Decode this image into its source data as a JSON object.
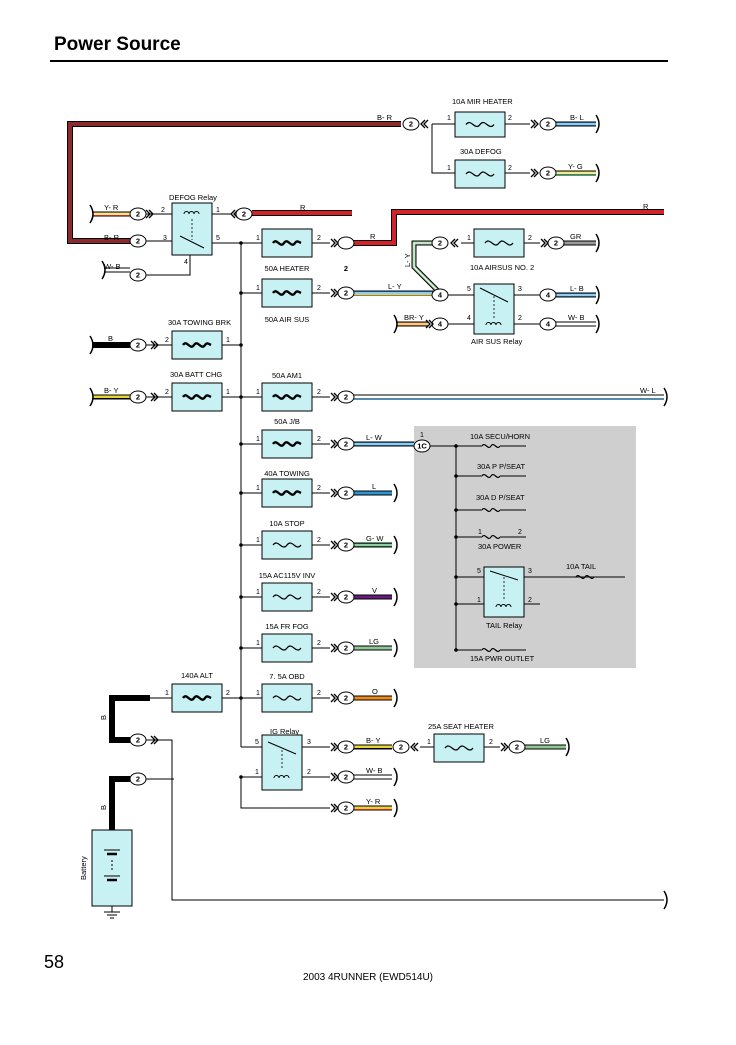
{
  "page": {
    "title": "Power Source",
    "number": "58",
    "footer": "2003 4RUNNER (EWD514U)"
  },
  "colors": {
    "R": "#d2232a",
    "BR": "#8b2a2f",
    "L": "#2e95d3",
    "Y": "#e7d33a",
    "G": "#1e9a47",
    "GR": "#9a9a9a",
    "V": "#6a1b7f",
    "O": "#f08a1a",
    "LG": "#92c795",
    "BR_ORANGE": "#f0962a",
    "component_fill": "#c8f1f3",
    "shade": "#cfcfcf"
  },
  "components": {
    "mir_heater": "10A MIR HEATER",
    "defog": "30A DEFOG",
    "defog_relay": "DEFOG Relay",
    "heater": "50A HEATER",
    "airsus_no2": "10A AIRSUS NO. 2",
    "air_sus": "50A AIR SUS",
    "air_sus_relay": "AIR SUS Relay",
    "towing_brk": "30A TOWING BRK",
    "batt_chg": "30A BATT CHG",
    "am1": "50A AM1",
    "jb": "50A J/B",
    "towing": "40A TOWING",
    "stop": "10A STOP",
    "ac115v": "15A AC115V INV",
    "fr_fog": "15A FR FOG",
    "alt": "140A ALT",
    "obd": "7. 5A OBD",
    "ig_relay": "IG Relay",
    "seat_heater": "25A SEAT HEATER",
    "battery": "Battery",
    "secu_horn": "10A SECU/HORN",
    "p_pseat": "30A P P/SEAT",
    "d_pseat": "30A D P/SEAT",
    "power": "30A POWER",
    "tail": "10A TAIL",
    "tail_relay": "TAIL Relay",
    "pwr_outlet": "15A PWR OUTLET"
  },
  "wires": {
    "br": "B- R",
    "bl": "B- L",
    "yg": "Y- G",
    "yr": "Y- R",
    "r": "R",
    "wb": "W- B",
    "gr": "GR",
    "ly": "L- Y",
    "lb": "L- B",
    "bry": "BR- Y",
    "b": "B",
    "by": "B- Y",
    "wl": "W- L",
    "lw": "L- W",
    "l": "L",
    "gw": "G- W",
    "v": "V",
    "lg": "LG",
    "o": "O"
  },
  "connectors": {
    "c2": "2",
    "c4": "4",
    "c1c": "1C"
  },
  "pins": {
    "p1": "1",
    "p2": "2",
    "p3": "3",
    "p4": "4",
    "p5": "5"
  }
}
